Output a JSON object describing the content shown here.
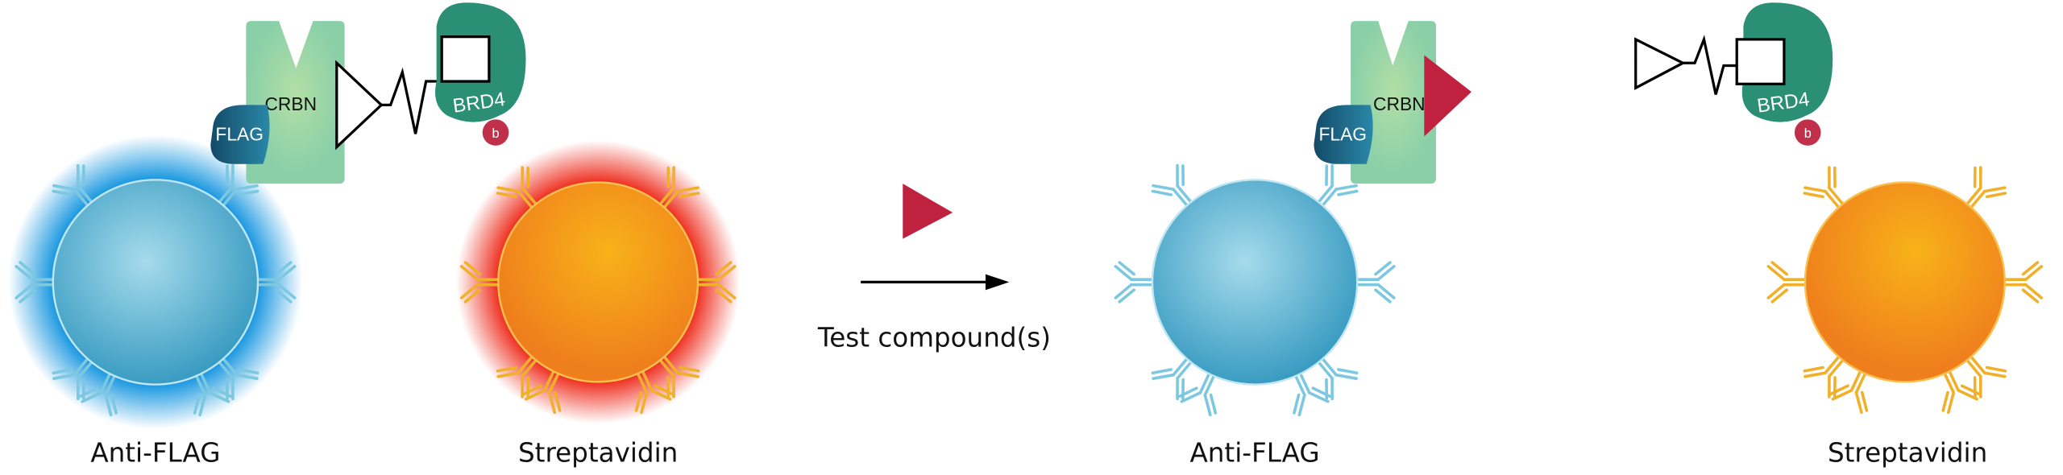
{
  "labels": {
    "left_anti_flag": "Anti-FLAG",
    "left_streptavidin": "Streptavidin",
    "right_anti_flag": "Anti-FLAG",
    "right_streptavidin": "Streptavidin",
    "arrow_caption": "Test compound(s)",
    "crbn": "CRBN",
    "flag": "FLAG",
    "brd4": "BRD4",
    "biotin": "b"
  },
  "colors": {
    "donor_bead": "#4aaed0",
    "acceptor_bead": "#f39019",
    "donor_glow": "#2a9de0",
    "acceptor_glow": "#ee3a24",
    "antibody_blue": "#7cc8e0",
    "antibody_orange": "#f0b02a",
    "crbn": "#8fd0a8",
    "flag": "#1d5f80",
    "brd4": "#2a8f74",
    "biotin": "#c0304a",
    "test_compound": "#c0213f"
  }
}
